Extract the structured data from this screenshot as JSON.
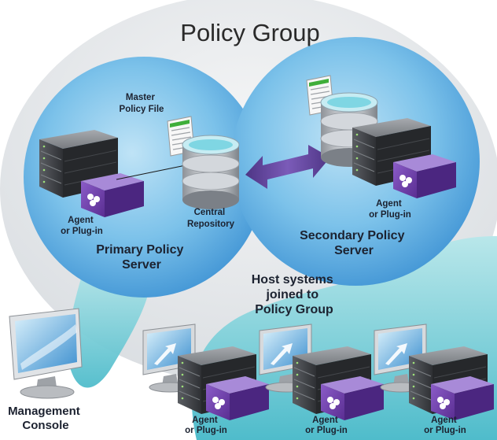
{
  "title": "Policy Group",
  "primary": {
    "label_line1": "Primary Policy",
    "label_line2": "Server",
    "master_line1": "Master",
    "master_line2": "Policy File",
    "repo_line1": "Central",
    "repo_line2": "Repository",
    "agent_line1": "Agent",
    "agent_line2": "or Plug-in"
  },
  "secondary": {
    "label_line1": "Secondary Policy",
    "label_line2": "Server",
    "agent_line1": "Agent",
    "agent_line2": "or Plug-in"
  },
  "hosts": {
    "label_line1": "Host systems",
    "label_line2": "joined to",
    "label_line3": "Policy Group",
    "agents": [
      {
        "line1": "Agent",
        "line2": "or Plug-in"
      },
      {
        "line1": "Agent",
        "line2": "or Plug-in"
      },
      {
        "line1": "Agent",
        "line2": "or Plug-in"
      }
    ]
  },
  "console": {
    "label_line1": "Management",
    "label_line2": "Console"
  },
  "colors": {
    "group_bg": "#e4e7ea",
    "circle_blue": "#5aaee0",
    "teal": "#7fd0d8",
    "arrow": "#6a4ba0",
    "plugin": "#6f3fa8"
  }
}
